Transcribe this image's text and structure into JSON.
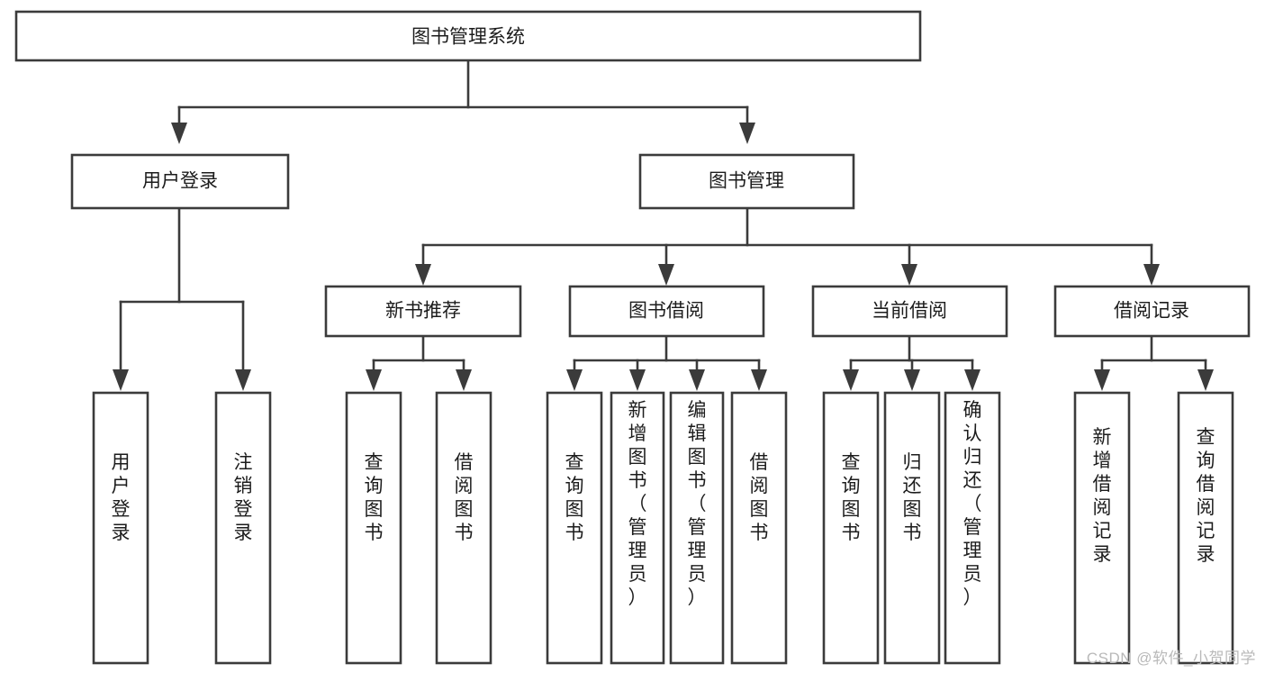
{
  "diagram": {
    "type": "tree-hierarchy-chart",
    "title": "图书管理系统",
    "watermark": "CSDN @软件_小贺同学",
    "colors": {
      "stroke": "#3b3b3b",
      "fill": "#ffffff",
      "text": "#1c1c1c",
      "watermark": "#b9b9b9"
    },
    "levels": {
      "root": {
        "label": "图书管理系统",
        "orientation": "horizontal"
      },
      "level2": [
        {
          "id": "user-login",
          "label": "用户登录",
          "orientation": "horizontal"
        },
        {
          "id": "book-manage",
          "label": "图书管理",
          "orientation": "horizontal"
        }
      ],
      "level3": [
        {
          "id": "new-book-recommend",
          "label": "新书推荐",
          "orientation": "horizontal",
          "parent": "book-manage"
        },
        {
          "id": "book-borrow",
          "label": "图书借阅",
          "orientation": "horizontal",
          "parent": "book-manage"
        },
        {
          "id": "current-borrow",
          "label": "当前借阅",
          "orientation": "horizontal",
          "parent": "book-manage"
        },
        {
          "id": "borrow-record",
          "label": "借阅记录",
          "orientation": "horizontal",
          "parent": "book-manage"
        }
      ],
      "leaves": [
        {
          "id": "leaf-user-login",
          "label": "用户登录",
          "orientation": "vertical",
          "parent": "user-login"
        },
        {
          "id": "leaf-user-logout",
          "label": "注销登录",
          "orientation": "vertical",
          "parent": "user-login"
        },
        {
          "id": "leaf-query-book-1",
          "label": "查询图书",
          "orientation": "vertical",
          "parent": "new-book-recommend"
        },
        {
          "id": "leaf-borrow-book-1",
          "label": "借阅图书",
          "orientation": "vertical",
          "parent": "new-book-recommend"
        },
        {
          "id": "leaf-query-book-2",
          "label": "查询图书",
          "orientation": "vertical",
          "parent": "book-borrow"
        },
        {
          "id": "leaf-add-book",
          "label": "新增图书（管理员）",
          "orientation": "vertical",
          "parent": "book-borrow"
        },
        {
          "id": "leaf-edit-book",
          "label": "编辑图书（管理员）",
          "orientation": "vertical",
          "parent": "book-borrow"
        },
        {
          "id": "leaf-borrow-book-2",
          "label": "借阅图书",
          "orientation": "vertical",
          "parent": "book-borrow"
        },
        {
          "id": "leaf-query-book-3",
          "label": "查询图书",
          "orientation": "vertical",
          "parent": "current-borrow"
        },
        {
          "id": "leaf-return-book",
          "label": "归还图书",
          "orientation": "vertical",
          "parent": "current-borrow"
        },
        {
          "id": "leaf-confirm-return",
          "label": "确认归还（管理员）",
          "orientation": "vertical",
          "parent": "current-borrow"
        },
        {
          "id": "leaf-add-record",
          "label": "新增借阅记录",
          "orientation": "vertical",
          "parent": "borrow-record"
        },
        {
          "id": "leaf-query-record",
          "label": "查询借阅记录",
          "orientation": "vertical",
          "parent": "borrow-record"
        }
      ]
    }
  }
}
